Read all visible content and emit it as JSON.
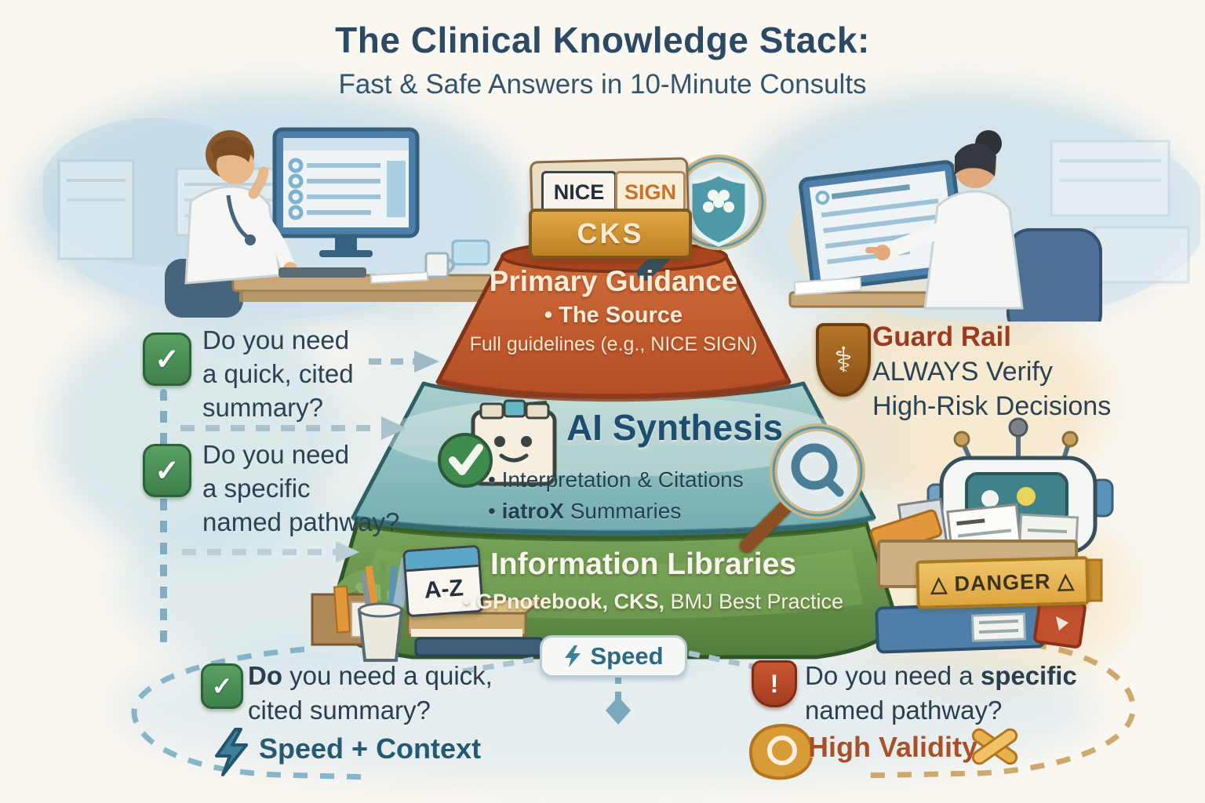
{
  "title": {
    "heading": "The Clinical Knowledge Stack:",
    "subheading": "Fast & Safe Answers in 10-Minute Consults"
  },
  "stack_top": {
    "nice": "NICE",
    "sign": "SIGN",
    "cks": "CKS"
  },
  "tiers": {
    "primary": {
      "title": "Primary Guidance",
      "bullet": "• The Source",
      "detail": "Full guidelines (e.g., NICE SIGN)"
    },
    "ai": {
      "title": "AI Synthesis",
      "bullet1": "• Interpretation & Citations",
      "bullet2_prefix": "• ",
      "bullet2_bold": "iatroX",
      "bullet2_rest": " Summaries"
    },
    "libraries": {
      "title": "Information Libraries",
      "bullet_bold": "• GPnotebook, CKS,",
      "bullet_rest": " BMJ Best Practice",
      "az_label": "A-Z"
    }
  },
  "left_flow": {
    "q1": [
      "Do you need",
      "a quick, cited",
      "summary?"
    ],
    "q2": [
      "Do you need",
      "a specific",
      "named pathway?"
    ]
  },
  "guard_rail": {
    "title": "Guard Rail",
    "line1": "ALWAYS Verify",
    "line2": "High-Risk Decisions"
  },
  "robot": {
    "danger_sign": "△ DANGER △"
  },
  "bottom_flow": {
    "speed_badge": "Speed",
    "left_question": {
      "bold": "Do",
      "rest": " you need a quick,",
      "line2": "cited summary?"
    },
    "right_question": {
      "line1_pre": "Do you need a ",
      "line1_bold": "specific",
      "line2": "named pathway?"
    },
    "left_outcome": "Speed + Context",
    "right_outcome": "High Validity"
  },
  "icons": {
    "check": "✓",
    "exclamation": "!",
    "caduceus": "⚕"
  },
  "colors": {
    "tier_primary": "#c2572c",
    "tier_ai": "#8fc2c6",
    "tier_libraries": "#68994e",
    "check_green": "#4c9158",
    "guard_brown": "#9a5c1d",
    "danger_amber": "#e9b354",
    "alert_red": "#bf4a2a",
    "accent_blue": "#2a6a85",
    "high_validity": "#a8502a",
    "title_navy": "#2c4a63"
  }
}
